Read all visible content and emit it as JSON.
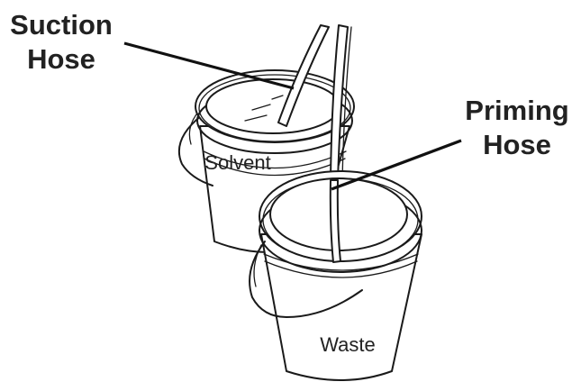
{
  "callouts": {
    "suction_hose": {
      "line1": "Suction",
      "line2": "Hose"
    },
    "priming_hose": {
      "line1": "Priming",
      "line2": "Hose"
    }
  },
  "buckets": {
    "solvent": {
      "label": "Solvent"
    },
    "waste": {
      "label": "Waste"
    }
  }
}
